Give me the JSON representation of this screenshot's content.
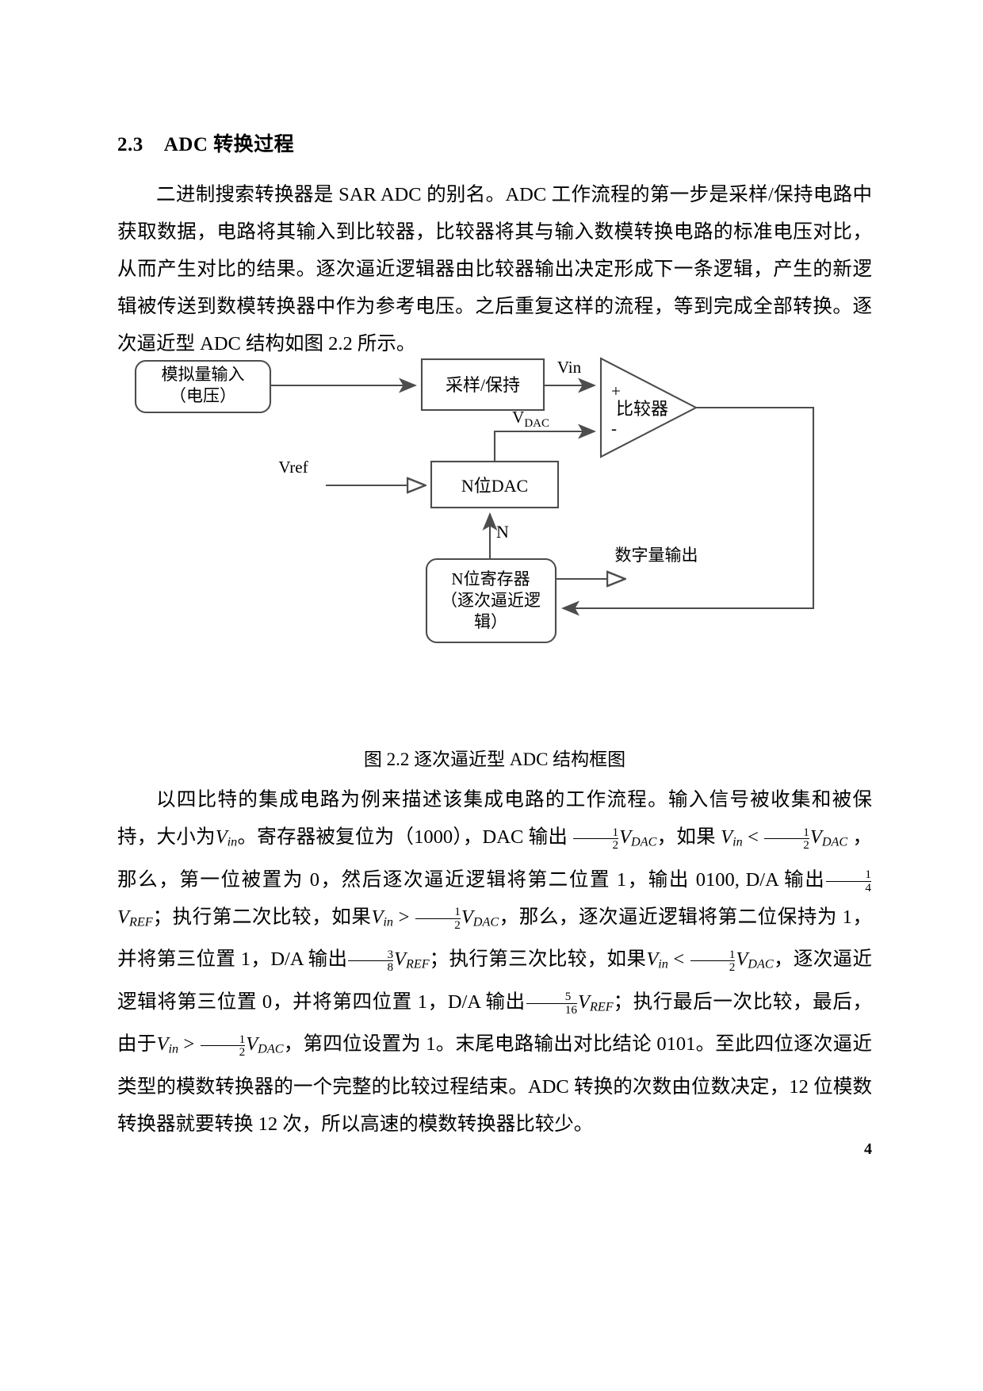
{
  "document": {
    "page_number": "4"
  },
  "heading": {
    "number": "2.3",
    "title": "ADC 转换过程"
  },
  "paragraph1": "二进制搜索转换器是 SAR ADC 的别名。ADC 工作流程的第一步是采样/保持电路中获取数据，电路将其输入到比较器，比较器将其与输入数模转换电路的标准电压对比，从而产生对比的结果。逐次逼近逻辑器由比较器输出决定形成下一条逻辑，产生的新逻辑被传送到数模转换器中作为参考电压。之后重复这样的流程，等到完成全部转换。逐次逼近型 ADC 结构如图 2.2 所示。",
  "figure": {
    "caption": "图 2.2  逐次逼近型 ADC 结构框图",
    "blocks": {
      "analog_input_line1": "模拟量输入",
      "analog_input_line2": "（电压）",
      "sample_hold": "采样/保持",
      "comparator": "比较器",
      "dac": "N位DAC",
      "register_line1": "N位寄存器",
      "register_line2": "（逐次逼近逻",
      "register_line3": "辑）"
    },
    "labels": {
      "vin": "Vin",
      "vdac_main": "V",
      "vdac_sub": "DAC",
      "vref": "Vref",
      "n_bits": "N",
      "digital_output": "数字量输出",
      "plus": "+",
      "minus": "-"
    }
  },
  "paragraph2": {
    "part1": "以四比特的集成电路为例来描述该集成电路的工作流程。输入信号被收集和被保持，大小为",
    "v_in": "V",
    "v_in_sub": "in",
    "part2": "。寄存器被复位为（1000），DAC 输出 ",
    "half_num": "1",
    "half_den": "2",
    "v_dac": "V",
    "v_dac_sub": "DAC",
    "part3": "，如果 ",
    "part4": " < ",
    "part5": " ，那么，第一位被置为 0，然后逐次逼近逻辑将第二位置 1，输出 0100, D/A 输出",
    "quarter_num": "1",
    "quarter_den": "4",
    "v_ref": "V",
    "v_ref_sub": "REF",
    "part6": "；执行第二次比较，如果",
    "part7": " > ",
    "part8": "，那么，逐次逼近逻辑将第二位保持为 1，并将第三位置 1，D/A 输出",
    "three_eighths_num": "3",
    "three_eighths_den": "8",
    "part9": "；执行第三次比较，如果",
    "part10": "，逐次逼近逻辑将第三位置 0，并将第四位置 1，D/A 输出",
    "five_sixteenths_num": "5",
    "five_sixteenths_den": "16",
    "part11": "；执行最后一次比较，最后，由于",
    "part12": "，第四位设置为 1。末尾电路输出对比结论 0101。至此四位逐次逼近类型的模数转换器的一个完整的比较过程结束。ADC 转换的次数由位数决定，12 位模数转换器就要转换 12 次，所以高速的模数转换器比较少。"
  }
}
